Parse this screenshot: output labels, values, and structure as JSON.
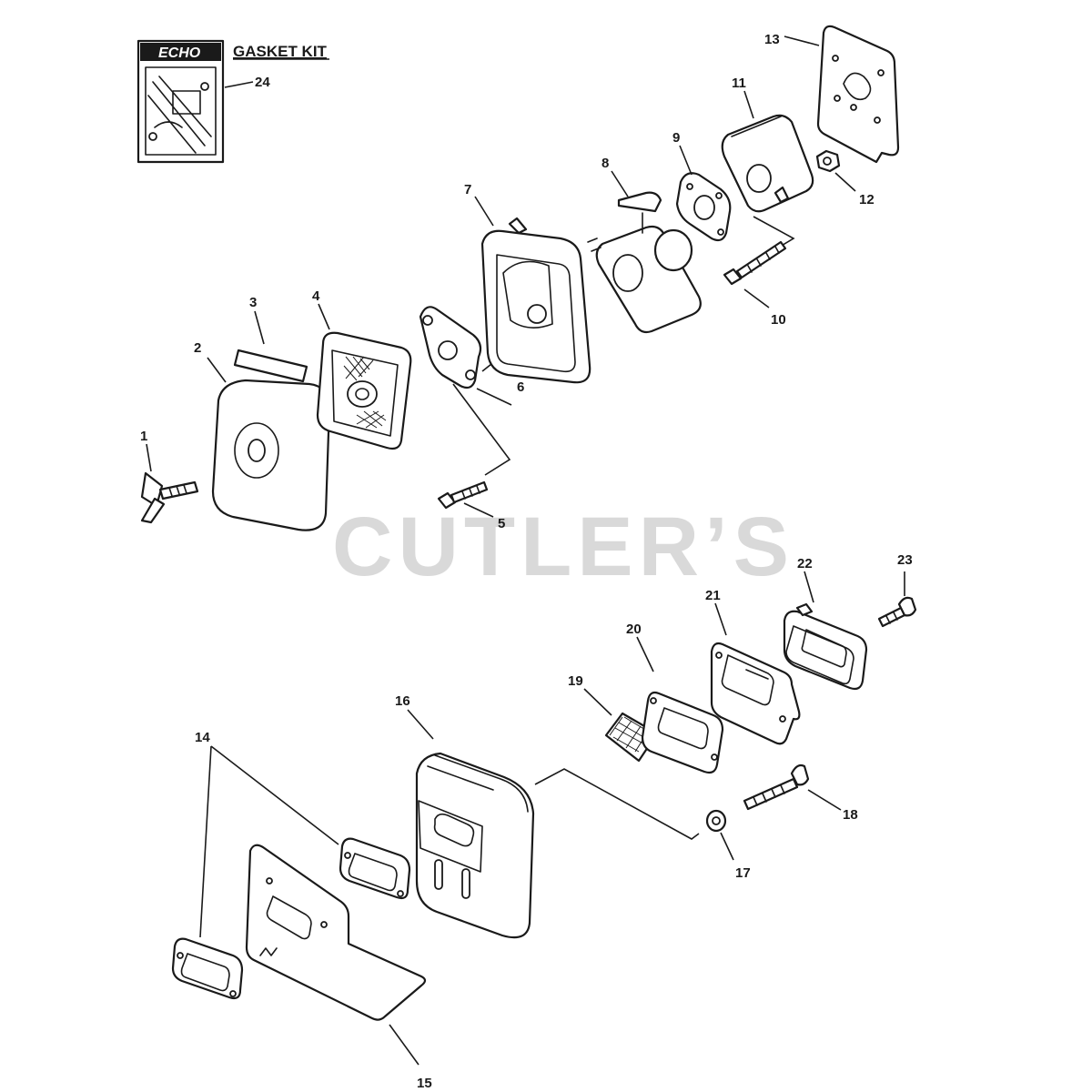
{
  "diagram": {
    "watermark": "CUTLER’S",
    "gasket_kit": {
      "brand": "ECHO",
      "title": "GASKET KIT",
      "number": "24"
    },
    "callouts": [
      "1",
      "2",
      "3",
      "4",
      "5",
      "6",
      "7",
      "8",
      "9",
      "10",
      "11",
      "12",
      "13",
      "14",
      "15",
      "16",
      "17",
      "18",
      "19",
      "20",
      "21",
      "22",
      "23"
    ]
  }
}
